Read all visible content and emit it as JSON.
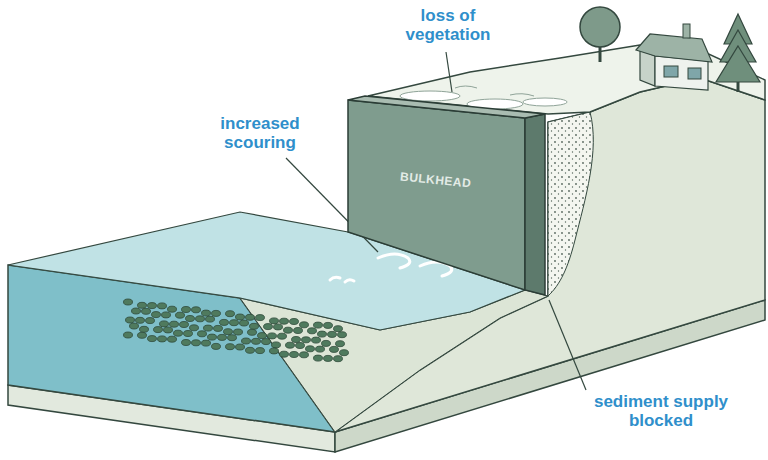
{
  "diagram": {
    "nodes": [
      {
        "text": [
          "BULKHEAD"
        ]
      }
    ],
    "labels": [
      "loss of vegetation",
      "increased scouring",
      "sediment supply blocked"
    ]
  }
}
